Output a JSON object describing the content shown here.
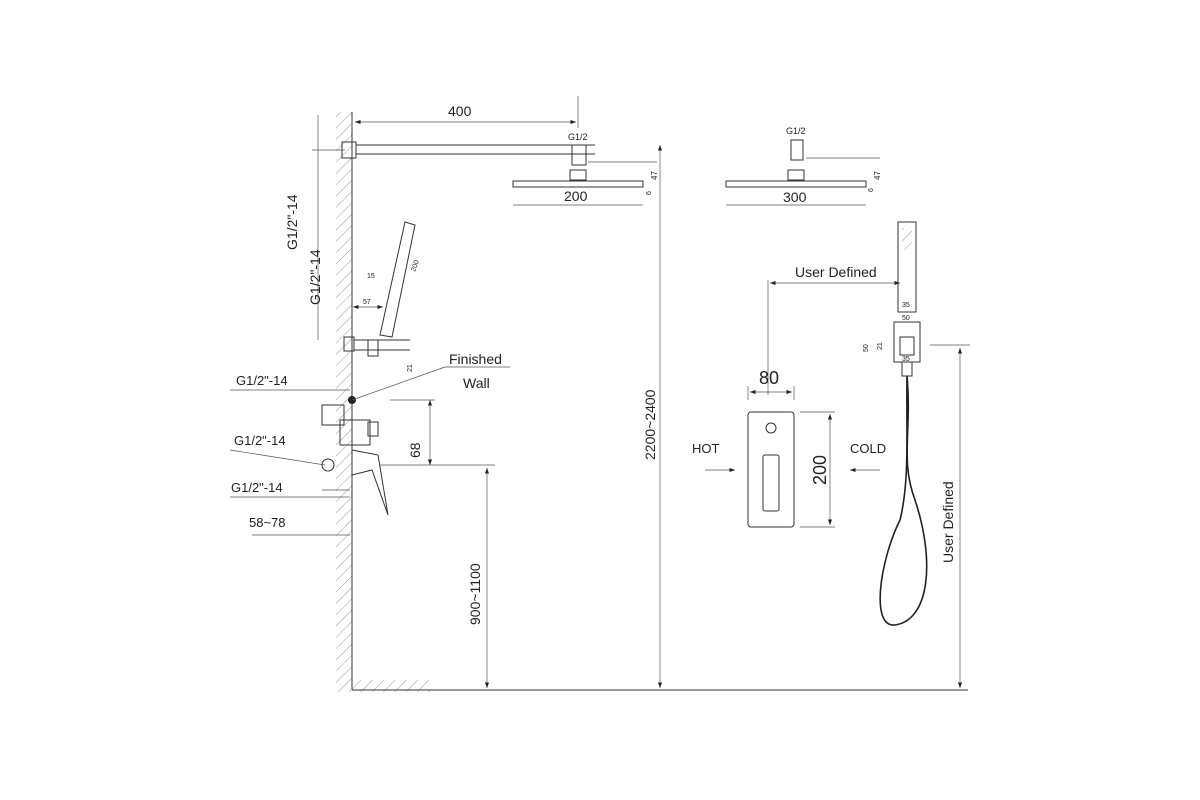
{
  "rain_head_small": {
    "inlet": "G1/2",
    "width": "200",
    "height": "47",
    "thickness": "6"
  },
  "rain_head_large": {
    "inlet": "G1/2",
    "width": "300",
    "height": "47",
    "thickness": "6"
  },
  "arm_length": "400",
  "side_view": {
    "arm_thread": "G1/2\"-14",
    "holder_thread": "G1/2\"-14",
    "holder_width": "15",
    "holder_length": "200",
    "holder_offset": "57",
    "outlet_height": "21",
    "finished_wall": [
      "Finished",
      "Wall"
    ],
    "valve_thread_top": "G1/2\"-14",
    "valve_thread_mid": "G1/2\"-14",
    "valve_thread_bottom": "G1/2\"-14",
    "valve_spacing": "68",
    "wall_depth": "58~78",
    "valve_height": "900~1100",
    "head_height": "2200~2400"
  },
  "front_view": {
    "distance": "User Defined",
    "plate_width": "80",
    "plate_height": "200",
    "hot": "HOT",
    "cold": "COLD",
    "holder_height": "User Defined",
    "bracket": {
      "top_width": "35",
      "width": "50",
      "height": "50",
      "inner": "21",
      "bottom_width": "35"
    }
  }
}
